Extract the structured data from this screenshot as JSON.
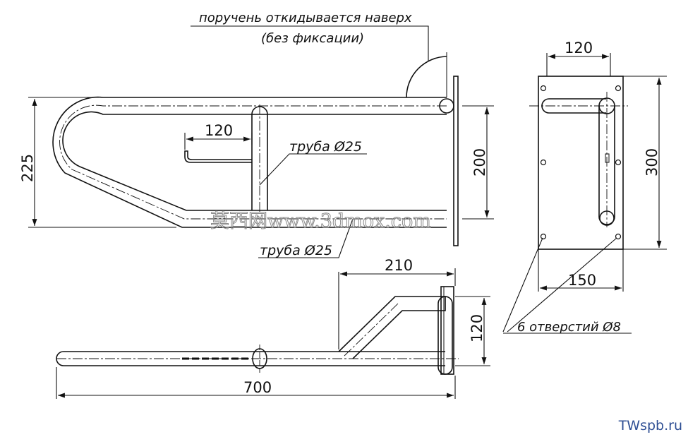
{
  "notes": {
    "flip_line1": "поручень откидывается наверх",
    "flip_line2": "(без фиксации)",
    "tube_top": "труба Ø25",
    "tube_bottom": "труба Ø25",
    "holes": "6 отверстий Ø8"
  },
  "dimensions": {
    "height_225": "225",
    "width_120_holder": "120",
    "height_200": "200",
    "top_width_120": "120",
    "height_300": "300",
    "width_150": "150",
    "depth_210": "210",
    "height_120_side": "120",
    "length_700": "700"
  },
  "watermark": "莫西网www.3dmox.com",
  "brand": "TWspb.ru",
  "colors": {
    "line": "#111111",
    "brand": "#2f4f94",
    "watermark": "#8a8a8a"
  }
}
